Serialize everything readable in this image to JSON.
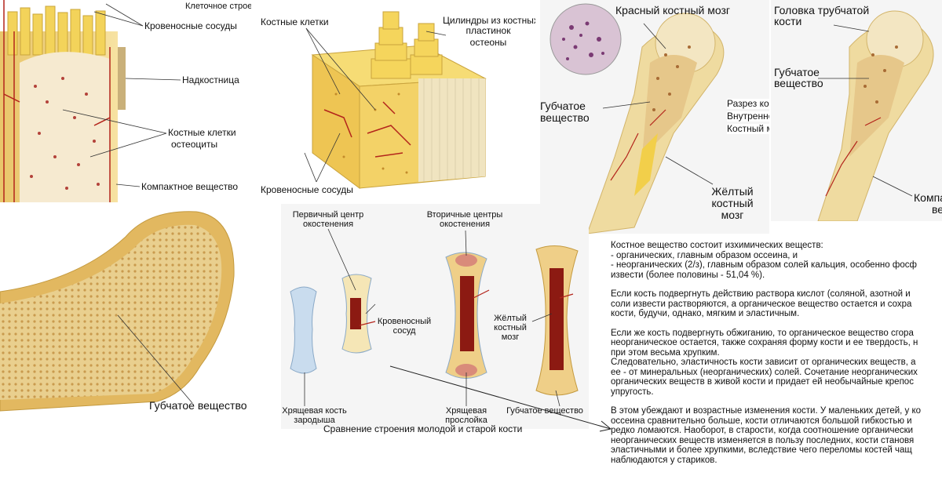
{
  "panel1": {
    "title": "Клеточное  строение кости",
    "labels": {
      "vessels": "Кровеносные сосуды",
      "periosteum": "Надкостница",
      "cells_1": "Костные клетки",
      "cells_2": "остеоциты",
      "compact": "Компактное вещество"
    }
  },
  "panel2": {
    "labels": {
      "cells": "Костные клетки",
      "cyl_1": "Цилиндры из костных",
      "cyl_2": "пластинок",
      "cyl_3": "остеоны",
      "vessels": "Кровеносные сосуды"
    }
  },
  "panel3": {
    "labels": {
      "marrow": "Красный костный мозг",
      "spongy_1": "Губчатое",
      "spongy_2": "вещество",
      "cut_1": "Разрез кости.",
      "cut_2": "Внутреннее строение.",
      "cut_3": "Костный мозг",
      "yellow_1": "Жёлтый",
      "yellow_2": "костный",
      "yellow_3": "мозг"
    }
  },
  "panel4": {
    "labels": {
      "head_1": "Головка трубчатой",
      "head_2": "кости",
      "spongy_1": "Губчатое",
      "spongy_2": "вещество",
      "compact_1": "Компа",
      "compact_2": "ве"
    }
  },
  "panel5": {
    "labels": {
      "spongy": "Губчатое вещество"
    }
  },
  "panel6": {
    "caption": "Сравнение строения молодой и старой кости",
    "labels": {
      "primary_1": "Первичный центр",
      "primary_2": "окостенения",
      "secondary_1": "Вторичные центры",
      "secondary_2": "окостенения",
      "vessel_1": "Кровеносный",
      "vessel_2": "сосуд",
      "yellow_1": "Жёлтый",
      "yellow_2": "костный",
      "yellow_3": "мозг",
      "cart_1": "Хрящевая кость",
      "cart_2": "зародыша",
      "layer_1": "Хрящевая",
      "layer_2": "прослойка",
      "spongy": "Губчатое вещество"
    }
  },
  "text": {
    "lines": [
      "Костное вещество состоит изхимических веществ:",
      "- органических, главным образом оссеина, и",
      "- неорганических (2/з), главным образом солей кальция, особенно фосф",
      "извести (более половины - 51,04 %).",
      "",
      "Если кость подвергнуть действию раствора кислот (соляной, азотной и",
      "соли извести растворяются, а органическое вещество остается и сохра",
      "кости, будучи, однако, мягким и эластичным.",
      "",
      "Если же кость подвергнуть обжиганию, то органическое вещество сгора",
      "неорганическое остается, также сохраняя форму кости и ее твердость, н",
      "при этом весьма хрупким.",
      "Следовательно, эластичность кости зависит от органических веществ, а",
      "ее - от минеральных (неорганических) солей. Сочетание неорганических",
      "органических веществ в живой кости и придает ей необычайные крепос",
      "упругость.",
      "",
      "В этом убеждают и возрастные изменения кости. У маленьких детей, у ко",
      "оссеина сравнительно больше, кости отличаются большой гибкостью и",
      "редко ломаются. Наоборот, в старости, когда соотношение органически",
      "неорганических веществ изменяется в пользу последних, кости становя",
      "эластичными и более хрупкими, вследствие чего переломы костей чащ",
      "наблюдаются у стариков."
    ]
  },
  "colors": {
    "bone_yellow": "#f2d46a",
    "bone_light": "#f6e7b0",
    "vessel_red": "#b3241b",
    "marrow_red": "#8c1a12",
    "spongy": "#e8c98a"
  }
}
